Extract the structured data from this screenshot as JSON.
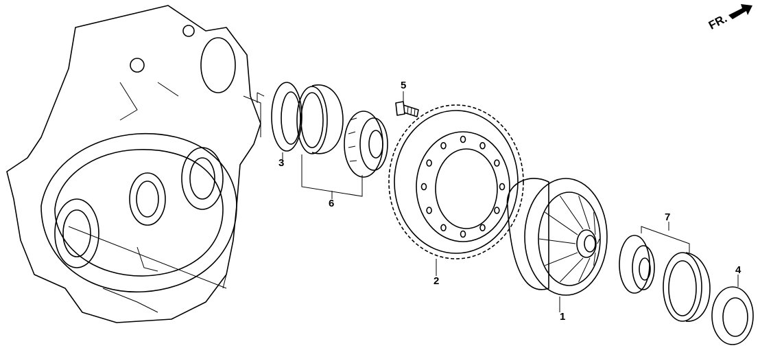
{
  "direction_indicator": {
    "label": "FR.",
    "icon": "arrow-icon"
  },
  "callouts": [
    {
      "id": "1",
      "part": "differential-case"
    },
    {
      "id": "2",
      "part": "final-driven-gear"
    },
    {
      "id": "3",
      "part": "shim"
    },
    {
      "id": "4",
      "part": "shim"
    },
    {
      "id": "5",
      "part": "bolt"
    },
    {
      "id": "6",
      "part": "bearing-assembly"
    },
    {
      "id": "7",
      "part": "bearing-assembly"
    }
  ]
}
